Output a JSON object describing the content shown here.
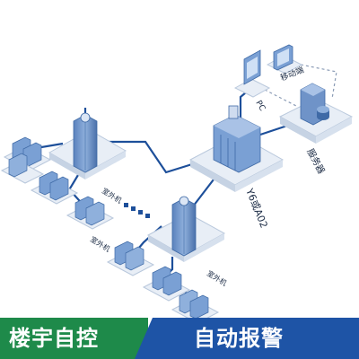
{
  "diagram": {
    "labels": {
      "pc": "PC",
      "mobile": "移动端",
      "server": "服务器",
      "host": "Y6或A02",
      "outdoor_top": "室外机",
      "outdoor_left": "室外机",
      "outdoor_bottom": "室外机"
    },
    "colors": {
      "line": "#1d4f9a",
      "dashed": "#8a9bb5",
      "platform": "#e8eef6",
      "platform_side": "#c6d3e4",
      "device": "#6f93c8",
      "device_dark": "#3f6aa6"
    }
  },
  "banner": {
    "left_text": "楼宇自控",
    "right_text": "自动报警",
    "left_color": "#1e8a4a",
    "right_color": "#1e54a6"
  }
}
